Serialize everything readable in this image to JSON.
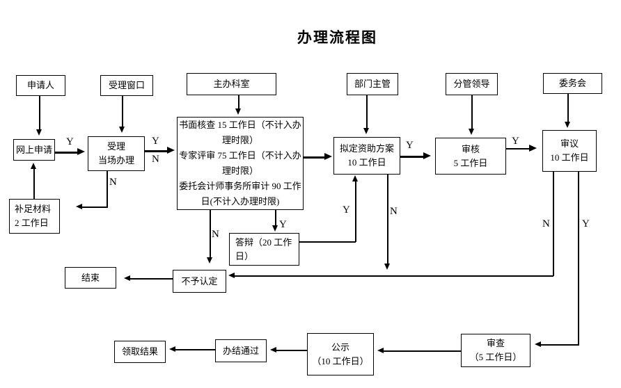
{
  "title": "办理流程图",
  "labels": {
    "yes": "Y",
    "no": "N"
  },
  "nodes": {
    "applicant": {
      "label": "申请人"
    },
    "acceptance_window": {
      "label": "受理窗口"
    },
    "lead_office": {
      "label": "主办科室"
    },
    "dept_head": {
      "label": "部门主管"
    },
    "deputy_leader": {
      "label": "分管领导"
    },
    "committee": {
      "label": "委务会"
    },
    "online_application": {
      "label": "网上申请"
    },
    "accept_onsite": {
      "line1": "受理",
      "line2": "当场办理"
    },
    "supplement": {
      "line1": "补足材料",
      "line2": "2 工作日"
    },
    "lead_office_tasks": {
      "line1": "书面核查 15 工作日（不计入办理时限）",
      "line2": "专家评审 75 工作日（不计入办理时限）",
      "line3": "委托会计师事务所审计 90 工作日(不计入办理时限)"
    },
    "draft_plan": {
      "line1": "拟定资助方案",
      "line2": "10 工作日"
    },
    "review": {
      "line1": "审核",
      "line2": "5 工作日"
    },
    "deliberation": {
      "line1": "审议",
      "line2": "10 工作日"
    },
    "defense": {
      "label": "答辩（20 工作日）"
    },
    "rejected": {
      "label": "不予认定"
    },
    "end": {
      "label": "结束"
    },
    "publicity": {
      "line1": "公示",
      "line2": "（10 工作日）"
    },
    "examination": {
      "line1": "审查",
      "line2": "（5 工作日）"
    },
    "complete": {
      "label": "办结通过"
    },
    "get_result": {
      "label": "领取结果"
    }
  }
}
